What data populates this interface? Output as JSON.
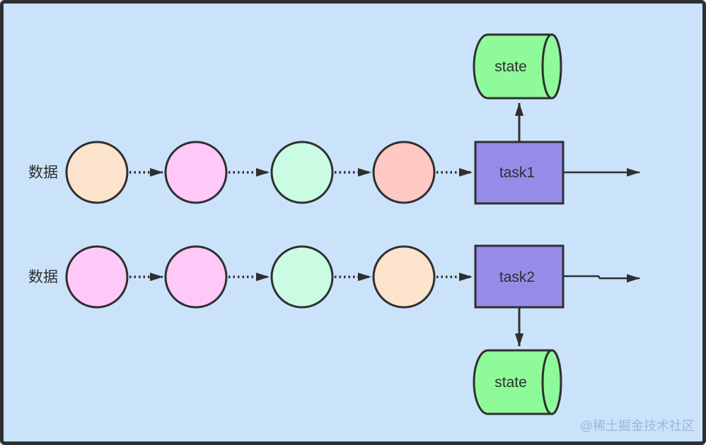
{
  "canvas": {
    "background": "#CBE3FA",
    "frame_color": "#2E3033",
    "stroke_color": "#333333",
    "text_color": "#2F2F2F",
    "watermark": "@稀土掘金技术社区",
    "watermark_color": "#9FB6D4"
  },
  "rows": [
    {
      "label": "数据",
      "circles": [
        "#FCE3CB",
        "#FEC9F8",
        "#C9FCE2",
        "#FEC9C3"
      ],
      "task": {
        "label": "task1",
        "fill": "#968CE8"
      },
      "state": {
        "label": "state",
        "fill": "#8FFA9A",
        "position": "above"
      }
    },
    {
      "label": "数据",
      "circles": [
        "#FEC9F8",
        "#FEC9F8",
        "#C9FCE2",
        "#FCE3CB"
      ],
      "task": {
        "label": "task2",
        "fill": "#968CE8"
      },
      "state": {
        "label": "state",
        "fill": "#8FFA9A",
        "position": "below"
      }
    }
  ]
}
